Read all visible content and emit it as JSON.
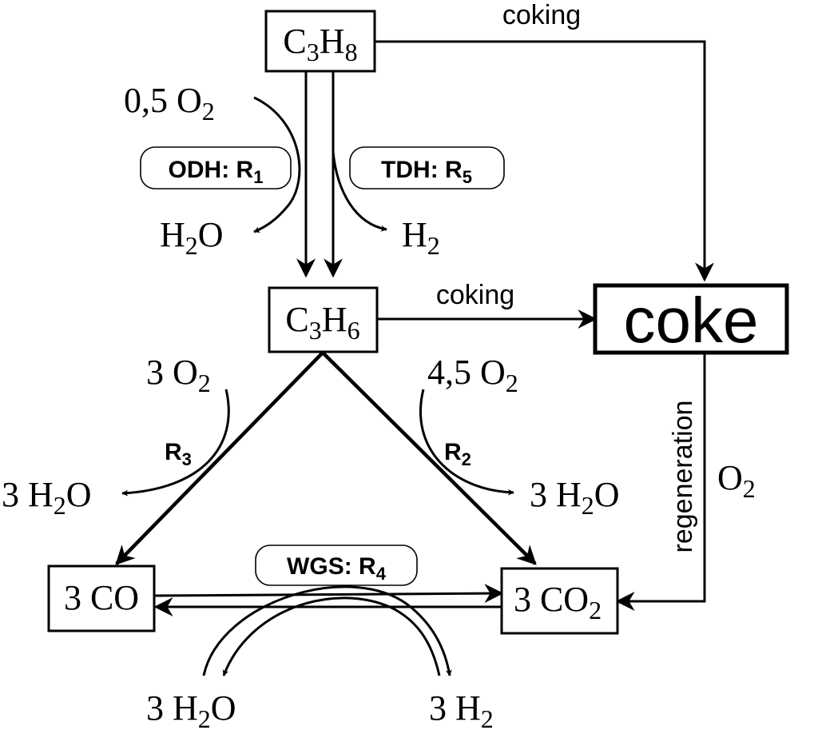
{
  "species": {
    "propane": {
      "base": "C",
      "sub1": "3",
      "mid": "H",
      "sub2": "8"
    },
    "propene": {
      "base": "C",
      "sub1": "3",
      "mid": "H",
      "sub2": "6"
    },
    "coke": "coke",
    "co": "3 CO",
    "co2": {
      "base": "3 CO",
      "sub": "2"
    }
  },
  "reactions": {
    "odh": {
      "label": "ODH: R",
      "sub": "1"
    },
    "tdh": {
      "label": "TDH: R",
      "sub": "5"
    },
    "r3": {
      "label": "R",
      "sub": "3"
    },
    "r2": {
      "label": "R",
      "sub": "2"
    },
    "wgs": {
      "label": "WGS: R",
      "sub": "4"
    }
  },
  "reagents": {
    "odh_o2": {
      "base": "0,5 O",
      "sub": "2"
    },
    "odh_h2o": {
      "pre": "H",
      "sub": "2",
      "post": "O"
    },
    "tdh_h2": {
      "base": "H",
      "sub": "2"
    },
    "r3_o2": {
      "base": "3 O",
      "sub": "2"
    },
    "r3_h2o": {
      "pre": "3 H",
      "sub": "2",
      "post": "O"
    },
    "r2_o2": {
      "base": "4,5 O",
      "sub": "2"
    },
    "r2_h2o": {
      "pre": "3 H",
      "sub": "2",
      "post": "O"
    },
    "regen_o2": {
      "base": "O",
      "sub": "2"
    },
    "wgs_h2o": {
      "pre": "3 H",
      "sub": "2",
      "post": "O"
    },
    "wgs_h2": {
      "base": "3 H",
      "sub": "2"
    }
  },
  "process_labels": {
    "coking_top": "coking",
    "coking_mid": "coking",
    "regeneration": "regeneration"
  }
}
